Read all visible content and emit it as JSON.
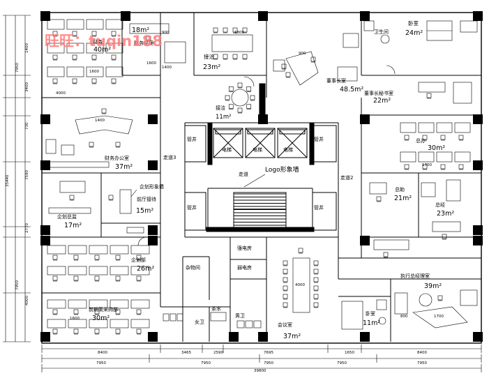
{
  "watermark": "旺旺：tuqin188",
  "logo_wall": "Logo形象墙",
  "rooms": [
    {
      "id": "finance",
      "name": "财务",
      "area": "40m²"
    },
    {
      "id": "finance-manager",
      "name": "财务经理",
      "area": "18m²"
    },
    {
      "id": "reception",
      "name": "接洽",
      "area": "23m²"
    },
    {
      "id": "chairman",
      "name": "董事长室",
      "area": "48.5m²"
    },
    {
      "id": "chairman-secretary",
      "name": "董事长秘书室",
      "area": "22m²"
    },
    {
      "id": "bedroom-top",
      "name": "卧室",
      "area": "24m²"
    },
    {
      "id": "bathroom-top",
      "name": "卫生间",
      "area": ""
    },
    {
      "id": "discuss",
      "name": "接洽",
      "area": "11m²"
    },
    {
      "id": "finance-office",
      "name": "财务办公室",
      "area": "37m²"
    },
    {
      "id": "president-office",
      "name": "总办",
      "area": "30m²"
    },
    {
      "id": "planning",
      "name": "企划总监",
      "area": "17m²"
    },
    {
      "id": "hall-reception",
      "name": "前厅接待",
      "area": "15m²"
    },
    {
      "id": "general-assistant",
      "name": "总助",
      "area": "21m²"
    },
    {
      "id": "general-manager",
      "name": "总经",
      "area": "23m²"
    },
    {
      "id": "planning-dept",
      "name": "企划部",
      "area": "26m²"
    },
    {
      "id": "preliminary",
      "name": "前期策采购部",
      "area": "30m²"
    },
    {
      "id": "meeting",
      "name": "会议室",
      "area": "37m²"
    },
    {
      "id": "bedroom-bottom",
      "name": "卧室",
      "area": "11m²"
    },
    {
      "id": "exec-gm",
      "name": "执行总经理室",
      "area": "39m²"
    }
  ],
  "labels": {
    "corridor_left": "走道3",
    "corridor_right": "走道2",
    "corridor_mid": "走道",
    "elevators": [
      "电梯",
      "电梯",
      "电梯"
    ],
    "shafts": [
      "管井",
      "管井",
      "管井",
      "管井"
    ],
    "image_wall": "企划形象墙",
    "strong_room": "强电房",
    "weak_room": "弱电房",
    "storage": "杂物间",
    "female_wc": "女卫",
    "male_wc": "男卫",
    "tea_water": "茶水"
  },
  "dimensions": {
    "left_vertical": [
      "7950",
      "1400",
      "3400",
      "730",
      "7590",
      "2770",
      "7950",
      "4000"
    ],
    "left_total": "35440",
    "bottom_row1": [
      "8400",
      "3465",
      "2590",
      "7695",
      "1650",
      "8400"
    ],
    "bottom_row2": [
      "7950",
      "7950",
      "7950",
      "7950",
      "7950"
    ],
    "bottom_total": "39800",
    "in_plan": [
      "4000",
      "1600",
      "1600",
      "900",
      "1400",
      "1800",
      "900",
      "4000",
      "1700",
      "1600",
      "800",
      "1700",
      "1400"
    ]
  }
}
